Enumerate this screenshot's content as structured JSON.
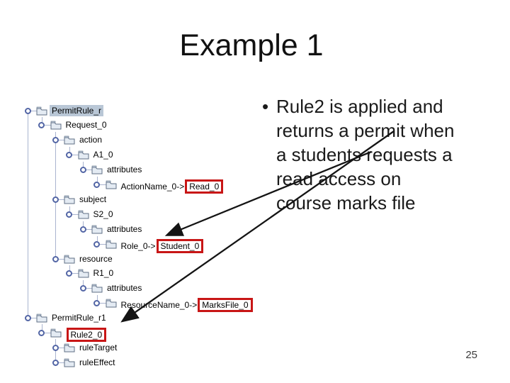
{
  "slide": {
    "title": "Example 1",
    "page_number": "25"
  },
  "bullet": {
    "marker": "•",
    "text": "Rule2 is applied and returns a permit when a students requests a read access on course marks file",
    "lines": [
      "Rule2 is applied and",
      "returns a permit when",
      "a students requests a",
      "read access on",
      "course marks file"
    ]
  },
  "tree": {
    "rows": [
      {
        "label": "PermitRule_r",
        "selected": true
      },
      {
        "label": "Request_0"
      },
      {
        "label": "action"
      },
      {
        "label": "A1_0"
      },
      {
        "label": "attributes"
      },
      {
        "prefix": "ActionName_0->",
        "boxed": "Read_0",
        "full_label": "ActionName_0->Read_0"
      },
      {
        "label": "subject"
      },
      {
        "label": "S2_0"
      },
      {
        "label": "attributes"
      },
      {
        "prefix": "Role_0->",
        "boxed": "Student_0",
        "full_label": "Role_0->Student_0"
      },
      {
        "label": "resource"
      },
      {
        "label": "R1_0"
      },
      {
        "label": "attributes"
      },
      {
        "prefix": "ResourceName_0->",
        "boxed": "MarksFile_0",
        "full_label": "ResourceName_0->MarksFile_0"
      },
      {
        "label": "PermitRule_r1"
      },
      {
        "boxed": "Rule2_0",
        "full_label": "Rule2_0"
      },
      {
        "label": "ruleTarget"
      },
      {
        "label": "ruleEffect"
      }
    ]
  },
  "annotations": {
    "highlight_box_color": "#c81616",
    "arrow_color": "#141414",
    "arrows": [
      {
        "from": "bullet-text",
        "to": "Student_0"
      },
      {
        "from": "bullet-text",
        "to": "Rule2_0"
      }
    ]
  },
  "colors": {
    "selection_bg": "#b9c7d6",
    "tree_line": "#a9b4cf",
    "handle_blue": "#5265a5",
    "background": "#ffffff"
  }
}
